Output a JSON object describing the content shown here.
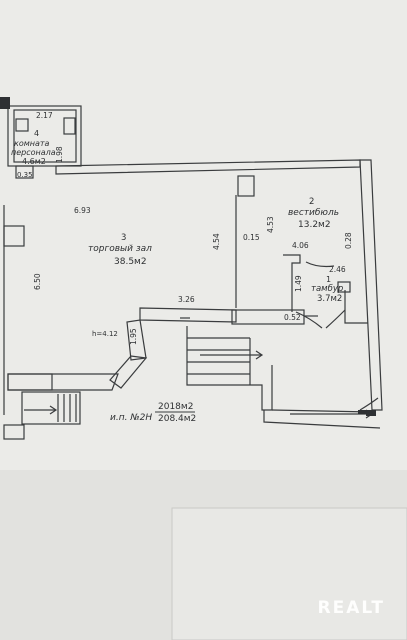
{
  "colors": {
    "paper": "#ececea",
    "line": "#3a3c3e",
    "dark": "#2e3033",
    "background": "#d9d9d6"
  },
  "rooms": {
    "r1": {
      "number": "1",
      "name": "тамбур",
      "area": "3.7м2"
    },
    "r2": {
      "number": "2",
      "name": "вестибюль",
      "area": "13.2м2"
    },
    "r3": {
      "number": "3",
      "name": "торговый зал",
      "area": "38.5м2"
    },
    "r4": {
      "number": "4",
      "name": "комната",
      "name2": "персонала",
      "area": "4.6м2"
    }
  },
  "dimensions": {
    "d217": "2.17",
    "d198": "1.98",
    "d035": "0.35",
    "d693": "6.93",
    "d650": "6.50",
    "d454": "4.54",
    "d015": "0.15",
    "d453": "4.53",
    "d406": "4.06",
    "d028": "0.28",
    "d246": "2.46",
    "d149": "1.49",
    "d326": "3.26",
    "d052": "0.52",
    "dh": "h=4.12",
    "d195": "1.95"
  },
  "summary": {
    "premises": "и.п. №2Н",
    "id": "2018м2",
    "total": "208.4м2"
  },
  "watermark": "REALT"
}
